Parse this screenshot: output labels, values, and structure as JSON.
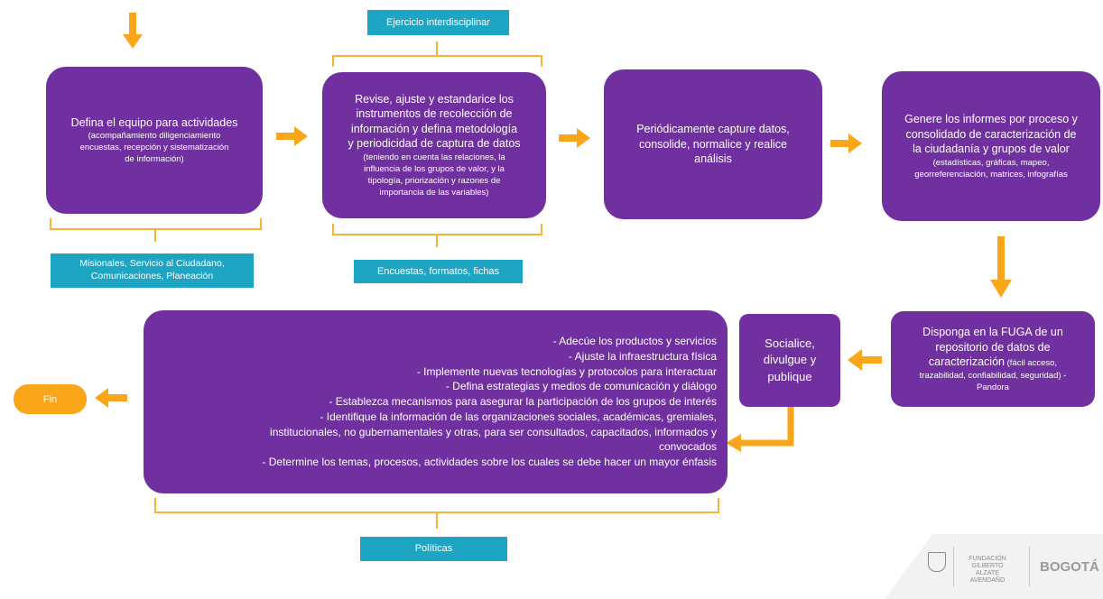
{
  "colors": {
    "process_box": "#7030a0",
    "tag": "#1ea5c3",
    "arrow": "#f9a61a",
    "brace": "#f9b233"
  },
  "tags": {
    "top": "Ejercicio interdisciplinar",
    "left_line1": "Misionales, Servicio al Ciudadano,",
    "left_line2": "Comunicaciones, Planeación",
    "middle": "Encuestas, formatos, fichas",
    "bottom": "Políticas"
  },
  "steps": {
    "step1": {
      "main": "Defina el equipo para actividades",
      "sub_lines": [
        "(acompañamiento diligenciamiento",
        "encuestas, recepción y sistematización",
        "de información)"
      ]
    },
    "step2": {
      "main_lines": [
        "Revise, ajuste y estandarice los",
        "instrumentos de recolección de",
        "información y defina metodología",
        "y periodicidad de captura de datos"
      ],
      "sub_lines": [
        "(teniendo en cuenta las relaciones, la",
        "influencia de los grupos de valor, y la",
        "tipología, priorización y razones de",
        "importancia de las variables)"
      ]
    },
    "step3": {
      "main_lines": [
        "Periódicamente capture datos,",
        "consolide, normalice y realice",
        "análisis"
      ]
    },
    "step4": {
      "main_lines": [
        "Genere los informes por proceso y",
        "consolidado de caracterización de",
        "la ciudadanía y grupos de valor"
      ],
      "sub_lines": [
        "(estadísticas, gráficas, mapeo,",
        "georreferenciación, matrices, infografías"
      ]
    },
    "step5": {
      "main_lines": [
        "Disponga en la FUGA de un",
        "repositorio de datos de"
      ],
      "main_tail": "caracterización",
      "sub_inline": " (fácil acceso,",
      "sub_lines": [
        "trazabilidad, confiabilidad, seguridad) -",
        "Pandora"
      ]
    },
    "step6": {
      "main_lines": [
        "Socialice,",
        "divulgue y",
        "publique"
      ]
    },
    "step7": {
      "lines": [
        "- Adecúe los productos y servicios",
        "- Ajuste la infraestructura física",
        "- Implemente nuevas tecnologías y protocolos para interactuar",
        "- Defina estrategias y medios de comunicación y diálogo",
        "- Establezca mecanismos para asegurar la participación de los grupos de interés",
        "- Identifique la información de las organizaciones sociales, académicas, gremiales,",
        "institucionales, no gubernamentales y otras, para ser consultados, capacitados, informados y",
        "convocados",
        "- Determine los temas, procesos, actividades sobre los cuales se debe hacer un mayor énfasis"
      ]
    }
  },
  "end": "Fin",
  "footer": {
    "org_lines": [
      "FUNDACIÓN",
      "GILBERTO ALZATE",
      "AVENDAÑO"
    ],
    "logo_text": "BOGOTÁ"
  }
}
